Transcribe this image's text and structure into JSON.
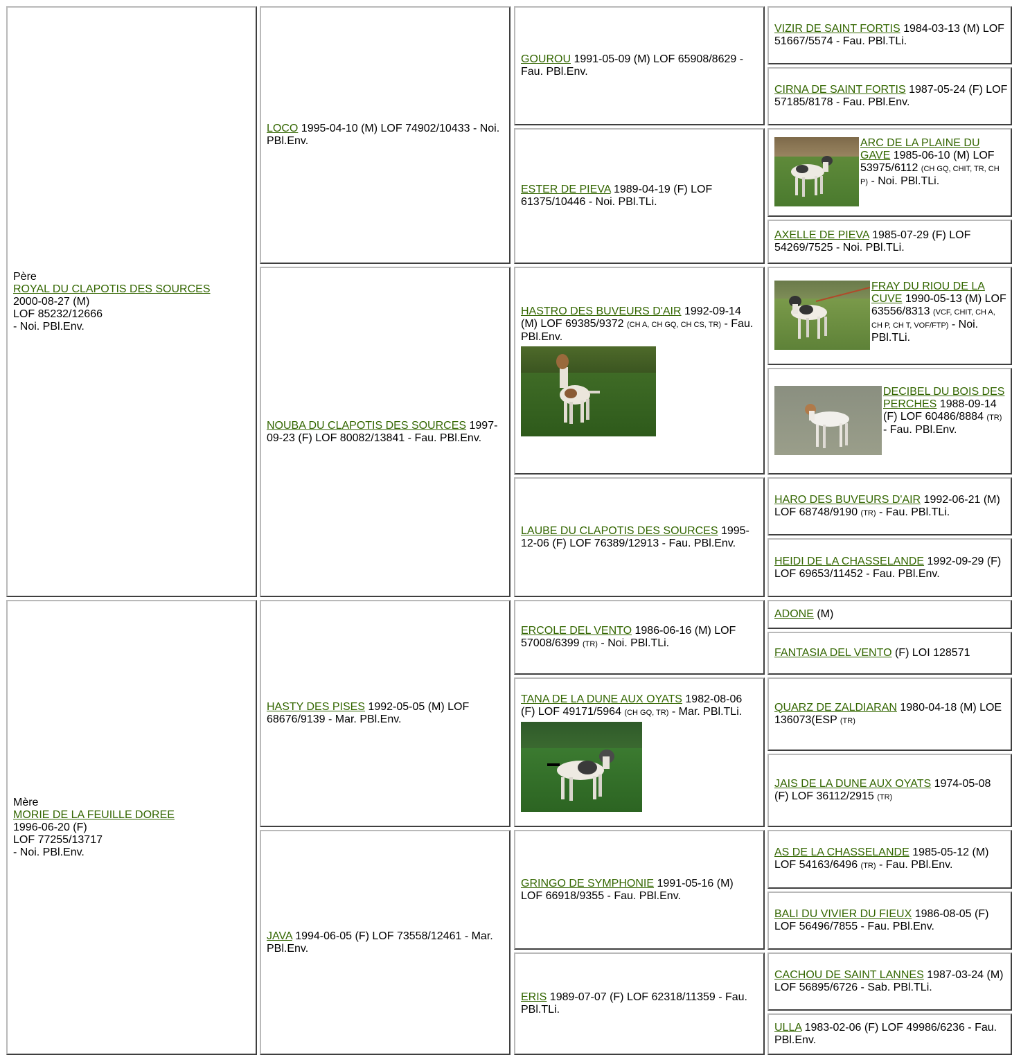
{
  "sire": {
    "role": "Père",
    "name": "ROYAL DU CLAPOTIS DES SOURCES",
    "line1": "2000-08-27 (M)",
    "line2": "LOF 85232/12666",
    "line3": "- Noi. PBl.Env."
  },
  "dam": {
    "role": "Mère",
    "name": "MORIE DE LA FEUILLE DOREE",
    "line1": "1996-06-20 (F)",
    "line2": "LOF 77255/13717",
    "line3": "- Noi. PBl.Env."
  },
  "gen2": [
    {
      "name": "LOCO",
      "info": " 1995-04-10 (M) LOF 74902/10433 - Noi. PBl.Env."
    },
    {
      "name": "NOUBA DU CLAPOTIS DES SOURCES",
      "info": " 1997-09-23 (F) LOF 80082/13841 - Fau. PBl.Env."
    },
    {
      "name": "HASTY DES PISES",
      "info": " 1992-05-05 (M) LOF 68676/9139 - Mar. PBl.Env."
    },
    {
      "name": "JAVA",
      "info": " 1994-06-05 (F) LOF 73558/12461 - Mar. PBl.Env."
    }
  ],
  "gen3": [
    {
      "name": "GOUROU",
      "info": " 1991-05-09 (M) LOF 65908/8629 - Fau. PBl.Env.",
      "titles": "",
      "after": ""
    },
    {
      "name": "ESTER DE PIEVA",
      "info": " 1989-04-19 (F) LOF 61375/10446 - Noi. PBl.TLi.",
      "titles": "",
      "after": ""
    },
    {
      "name": "HASTRO DES BUVEURS D'AIR",
      "info": " 1992-09-14 (M) LOF 69385/9372 ",
      "titles": "(CH A, CH GQ, CH CS, TR)",
      "after": " - Fau. PBl.Env."
    },
    {
      "name": "LAUBE DU CLAPOTIS DES SOURCES",
      "info": " 1995-12-06 (F) LOF 76389/12913 - Fau. PBl.Env.",
      "titles": "",
      "after": ""
    },
    {
      "name": "ERCOLE DEL VENTO",
      "info": " 1986-06-16 (M) LOF 57008/6399 ",
      "titles": "(TR)",
      "after": " - Noi. PBl.TLi."
    },
    {
      "name": "TANA DE LA DUNE AUX OYATS",
      "info": " 1982-08-06 (F) LOF 49171/5964 ",
      "titles": "(CH GQ, TR)",
      "after": " - Mar. PBl.TLi."
    },
    {
      "name": "GRINGO DE SYMPHONIE",
      "info": " 1991-05-16 (M) LOF 66918/9355 - Fau. PBl.Env.",
      "titles": "",
      "after": ""
    },
    {
      "name": "ERIS",
      "info": " 1989-07-07 (F) LOF 62318/11359 - Fau. PBl.TLi.",
      "titles": "",
      "after": ""
    }
  ],
  "gen4": [
    {
      "name": "VIZIR DE SAINT FORTIS",
      "info": " 1984-03-13 (M) LOF 51667/5574 - Fau. PBl.TLi.",
      "titles": "",
      "after": ""
    },
    {
      "name": "CIRNA DE SAINT FORTIS",
      "info": " 1987-05-24 (F) LOF 57185/8178 - Fau. PBl.Env.",
      "titles": "",
      "after": ""
    },
    {
      "name": "ARC DE LA PLAINE DU GAVE",
      "info": " 1985-06-10 (M) LOF 53975/6112 ",
      "titles": "(CH GQ, CHIT, TR, CH P)",
      "after": " - Noi. PBl.TLi."
    },
    {
      "name": "AXELLE DE PIEVA",
      "info": " 1985-07-29 (F) LOF 54269/7525 - Noi. PBl.TLi.",
      "titles": "",
      "after": ""
    },
    {
      "name": "FRAY DU RIOU DE LA CUVE",
      "info": " 1990-05-13 (M) LOF 63556/8313 ",
      "titles": "(VCF, CHIT, CH A, CH P, CH T, VOF/FTP)",
      "after": " - Noi. PBl.TLi."
    },
    {
      "name": "DECIBEL DU BOIS DES PERCHES",
      "info": " 1988-09-14 (F) LOF 60486/8884 ",
      "titles": "(TR)",
      "after": " - Fau. PBl.Env."
    },
    {
      "name": "HARO DES BUVEURS D'AIR",
      "info": " 1992-06-21 (M) LOF 68748/9190 ",
      "titles": "(TR)",
      "after": " - Fau. PBl.TLi."
    },
    {
      "name": "HEIDI DE LA CHASSELANDE",
      "info": " 1992-09-29 (F) LOF 69653/11452 - Fau. PBl.Env.",
      "titles": "",
      "after": ""
    },
    {
      "name": "ADONE",
      "info": " (M)",
      "titles": "",
      "after": ""
    },
    {
      "name": "FANTASIA DEL VENTO",
      "info": " (F) LOI 128571",
      "titles": "",
      "after": ""
    },
    {
      "name": "QUARZ DE ZALDIARAN",
      "info": " 1980-04-18 (M) LOE 136073(ESP ",
      "titles": "(TR)",
      "after": ""
    },
    {
      "name": "JAIS DE LA DUNE AUX OYATS",
      "info": " 1974-05-08 (F) LOF 36112/2915 ",
      "titles": "(TR)",
      "after": ""
    },
    {
      "name": "AS DE LA CHASSELANDE",
      "info": " 1985-05-12 (M) LOF 54163/6496 ",
      "titles": "(TR)",
      "after": " - Fau. PBl.Env."
    },
    {
      "name": "BALI DU VIVIER DU FIEUX",
      "info": " 1986-08-05 (F) LOF 56496/7855 - Fau. PBl.Env.",
      "titles": "",
      "after": ""
    },
    {
      "name": "CACHOU DE SAINT LANNES",
      "info": " 1987-03-24 (M) LOF 56895/6726 - Sab. PBl.TLi.",
      "titles": "",
      "after": ""
    },
    {
      "name": "ULLA",
      "info": " 1983-02-06 (F) LOF 49986/6236 - Fau. PBl.Env.",
      "titles": "",
      "after": ""
    }
  ]
}
